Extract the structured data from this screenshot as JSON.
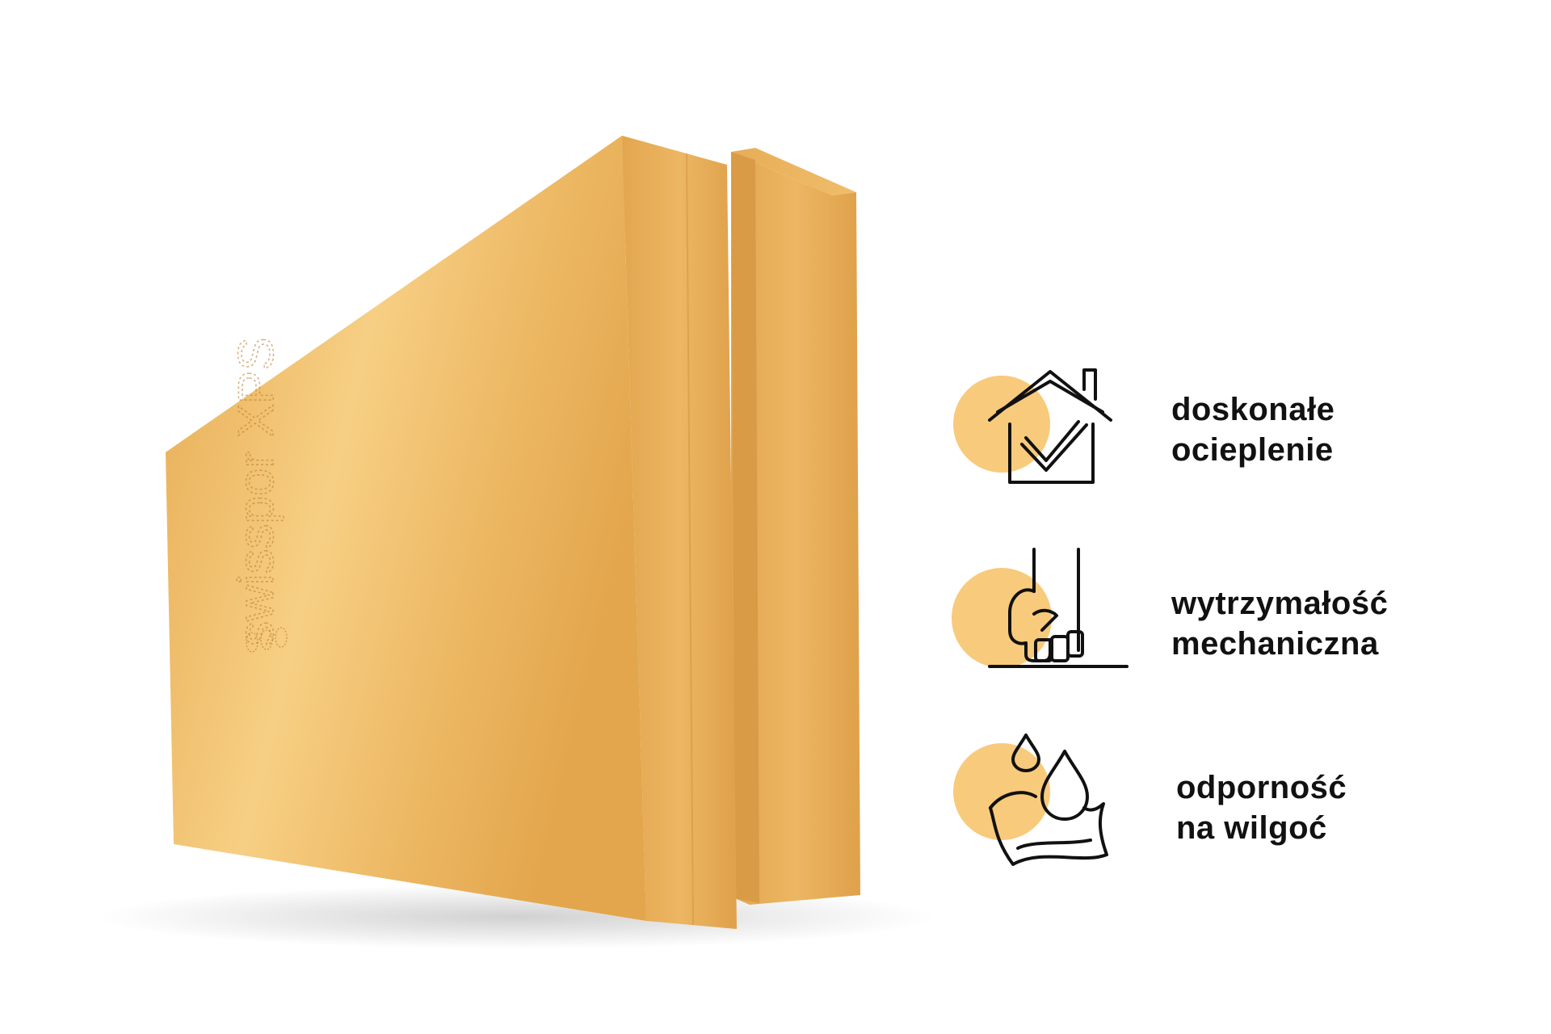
{
  "colors": {
    "board_face": "#e8ad55",
    "board_highlight": "#fbd58e",
    "board_side": "#dda04a",
    "badge_circle": "#f8ca7c",
    "icon_stroke": "#111111",
    "text": "#111111"
  },
  "product": {
    "logo_text": "swisspor XPS"
  },
  "features": [
    {
      "icon": "house-check-icon",
      "line1": "doskonałe",
      "line2": "ocieplenie"
    },
    {
      "icon": "fist-press-icon",
      "line1": "wytrzymałość",
      "line2": "mechaniczna"
    },
    {
      "icon": "water-drops-icon",
      "line1": "odporność",
      "line2": "na wilgoć"
    }
  ]
}
